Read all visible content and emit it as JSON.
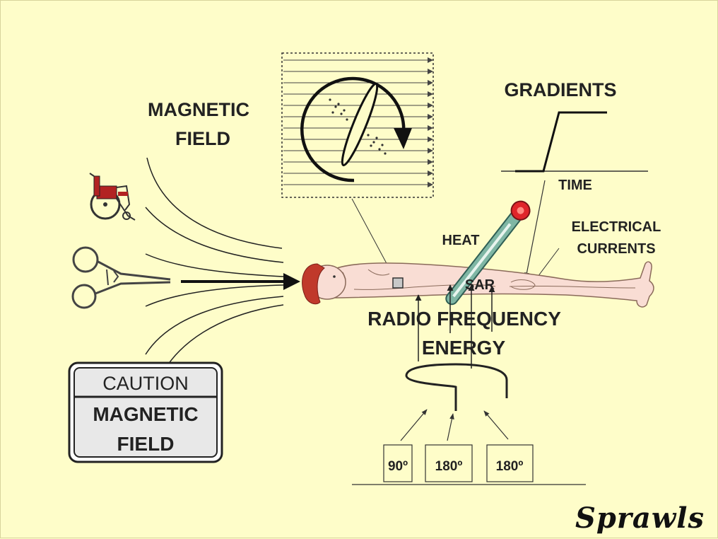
{
  "labels": {
    "magnetic_field_1": "MAGNETIC",
    "magnetic_field_2": "FIELD",
    "gradients": "GRADIENTS",
    "time": "TIME",
    "heat": "HEAT",
    "sar": "SAR",
    "electrical_1": "ELECTRICAL",
    "electrical_2": "CURRENTS",
    "rf_1": "RADIO FREQUENCY",
    "rf_2": "ENERGY"
  },
  "caution_sign": {
    "header": "CAUTION",
    "line1": "MAGNETIC",
    "line2": "FIELD"
  },
  "pulses": [
    "90º",
    "180º",
    "180º"
  ],
  "signature": "Sprawls",
  "colors": {
    "background": "#fefdc9",
    "skin": "#f9ddd4",
    "hair": "#c0392b",
    "thermometer": "#7fb6a4",
    "thermometer_bulb": "#e0252a",
    "wheelchair": "#b22222"
  },
  "icons": [
    "wheelchair-icon",
    "hemostat-icon",
    "thermometer-icon",
    "patient-figure",
    "rf-coil"
  ]
}
